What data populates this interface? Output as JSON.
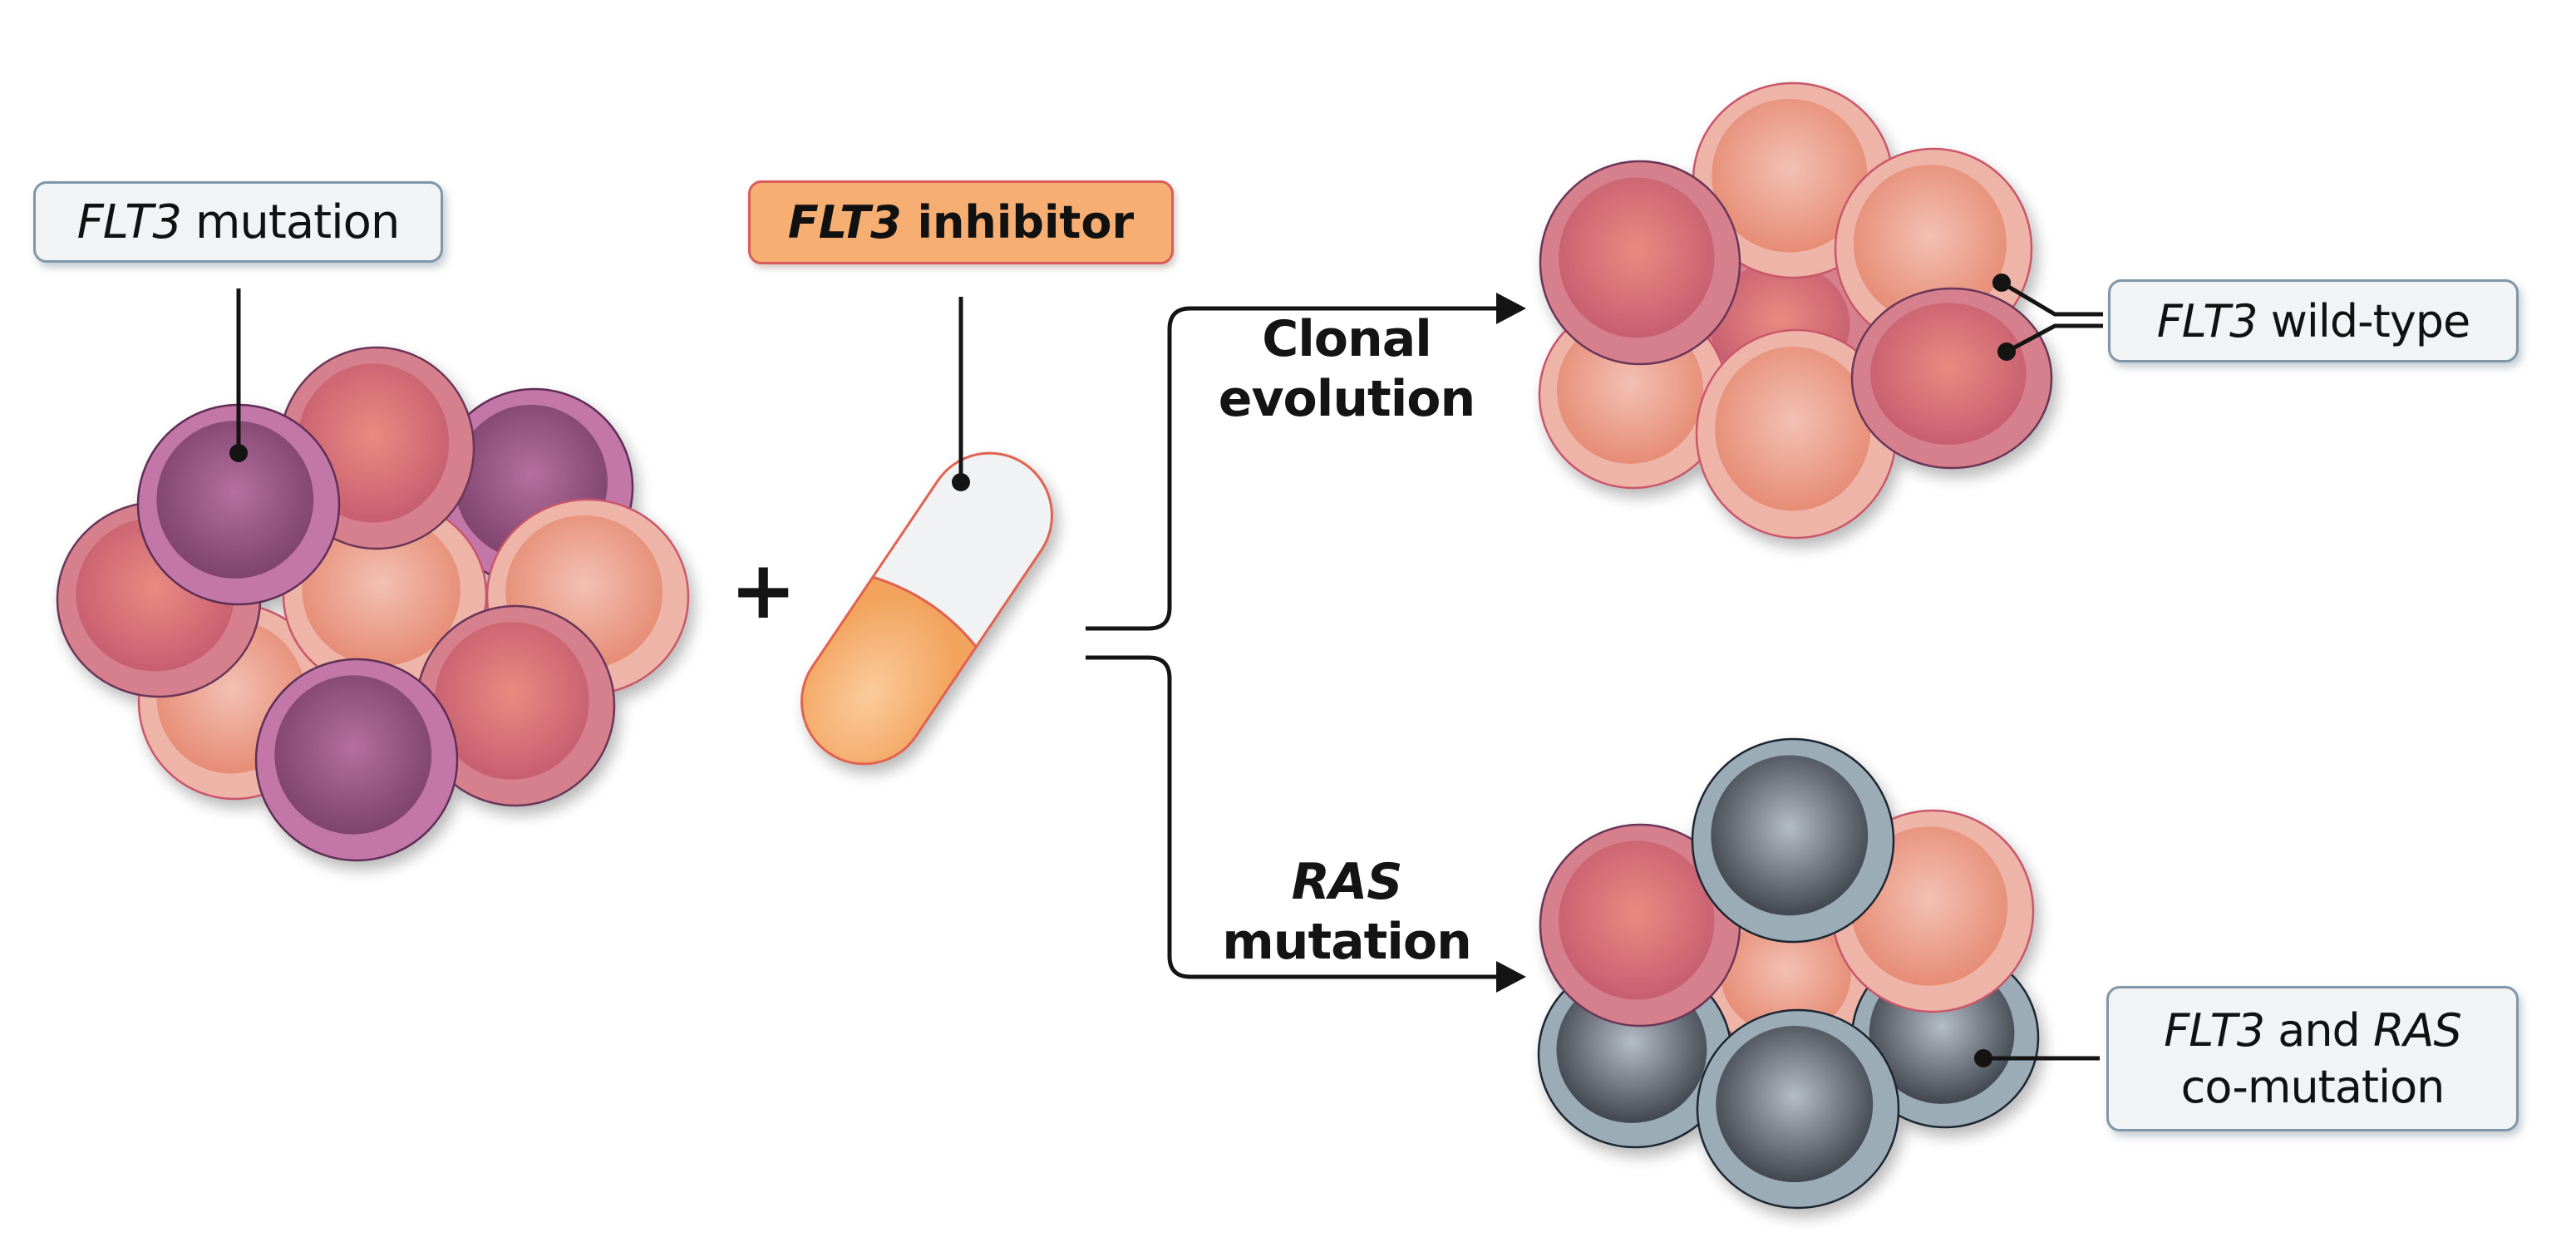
{
  "figure": {
    "title_visible": false,
    "background": "#ffffff"
  },
  "labels": {
    "flt3_mutation": {
      "gene": "FLT3",
      "text": " mutation"
    },
    "flt3_inhibitor": {
      "gene": "FLT3",
      "text": " inhibitor"
    },
    "flt3_wild_type": {
      "gene": "FLT3",
      "text": " wild-type"
    },
    "co_mutation": {
      "gene1": "FLT3",
      "mid": " and ",
      "gene2": "RAS",
      "line2": "co-mutation"
    },
    "plus_sign": "+"
  },
  "branches": {
    "upper": {
      "line1": "Clonal",
      "line2": "evolution"
    },
    "lower": {
      "gene": "RAS",
      "line2": "mutation"
    }
  },
  "cell_types": {
    "flt3_mutant": {
      "ring": "#c277a8",
      "nucleus_center": "#b46fa0",
      "nucleus_edge": "#7a3f68",
      "outline": "#5e2d55"
    },
    "wild_type_red": {
      "ring": "#d5808c",
      "nucleus_center": "#e98a80",
      "nucleus_edge": "#c35a6f",
      "outline": "#6a3558"
    },
    "wild_type_peach": {
      "ring": "#eeb4a8",
      "nucleus_center": "#f3c0b3",
      "nucleus_edge": "#e5876f",
      "outline": "#c9566a"
    },
    "flt3_ras_comutant": {
      "ring": "#9cacb7",
      "nucleus_center": "#b4bcc6",
      "nucleus_edge": "#363c44",
      "outline": "#1e2830"
    }
  },
  "clusters": {
    "initial": {
      "name": "FLT3-mutated population",
      "cells": [
        "flt3_mutant",
        "wild_type_peach",
        "wild_type_red",
        "flt3_mutant",
        "wild_type_peach",
        "wild_type_peach",
        "wild_type_red",
        "wild_type_red",
        "flt3_mutant"
      ]
    },
    "clonal_evolution": {
      "name": "Clonal evolution outcome",
      "cells": [
        "wild_type_red",
        "wild_type_peach",
        "wild_type_peach",
        "wild_type_red",
        "wild_type_peach",
        "wild_type_peach",
        "wild_type_red"
      ]
    },
    "ras_mutation": {
      "name": "RAS mutation outcome",
      "cells": [
        "wild_type_peach",
        "flt3_ras_comutant",
        "flt3_ras_comutant",
        "wild_type_red",
        "wild_type_peach",
        "flt3_ras_comutant",
        "flt3_ras_comutant"
      ]
    }
  },
  "pill": {
    "cap_color": "#f1f2f3",
    "body_color_center": "#fbcb9c",
    "body_color_edge": "#f2a35c",
    "outline": "#e0624f"
  },
  "line_color": "#141414"
}
